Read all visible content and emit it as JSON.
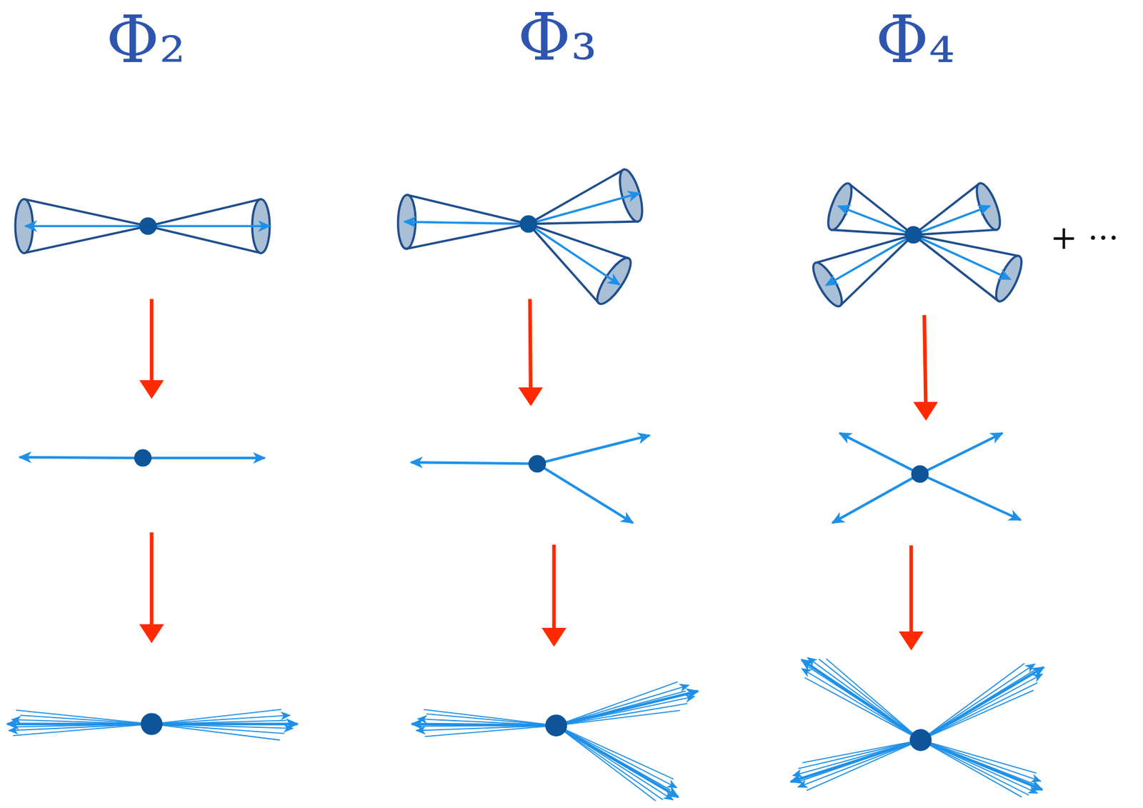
{
  "diagram": {
    "labels": [
      "Φ₂",
      "Φ₃",
      "Φ₄",
      "+ ···"
    ]
  }
}
